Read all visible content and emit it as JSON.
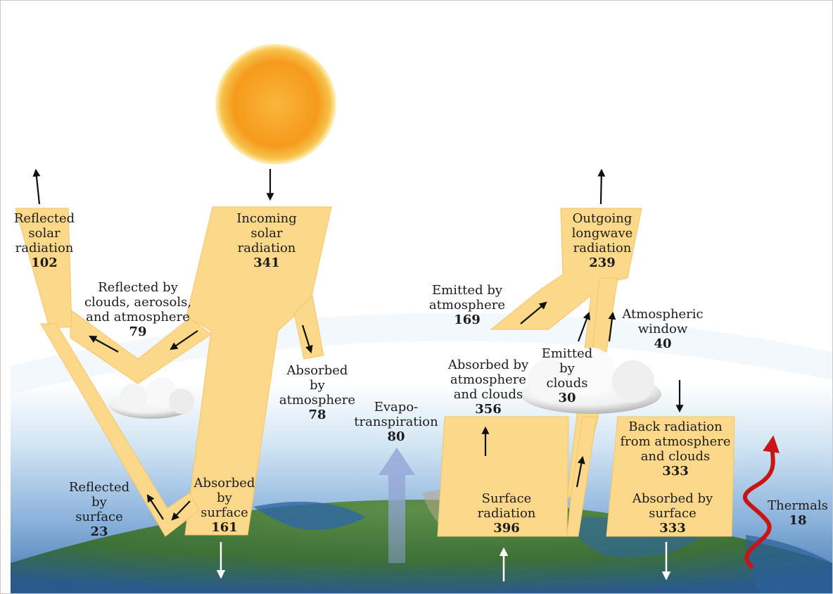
{
  "labels": {
    "reflected_solar": {
      "text_lines": [
        "Reflected",
        "solar",
        "radiation"
      ],
      "value": "102"
    },
    "incoming_solar": {
      "text_lines": [
        "Incoming",
        "solar",
        "radiation"
      ],
      "value": "341"
    },
    "reflected_clouds": {
      "text_lines": [
        "Reflected by",
        "clouds, aerosols,",
        "and atmosphere"
      ],
      "value": "79"
    },
    "absorbed_atmosphere": {
      "text_lines": [
        "Absorbed",
        "by",
        "atmosphere"
      ],
      "value": "78"
    },
    "reflected_surface": {
      "text_lines": [
        "Reflected",
        "by",
        "surface"
      ],
      "value": "23"
    },
    "absorbed_surface_solar": {
      "text_lines": [
        "Absorbed",
        "by",
        "surface"
      ],
      "value": "161"
    },
    "evapotranspiration": {
      "text_lines": [
        "Evapo-",
        "transpiration"
      ],
      "value": "80"
    },
    "outgoing_longwave": {
      "text_lines": [
        "Outgoing",
        "longwave",
        "radiation"
      ],
      "value": "239"
    },
    "emitted_atmosphere": {
      "text_lines": [
        "Emitted by",
        "atmosphere"
      ],
      "value": "169"
    },
    "atmospheric_window": {
      "text_lines": [
        "Atmospheric",
        "window"
      ],
      "value": "40"
    },
    "emitted_clouds": {
      "text_lines": [
        "Emitted",
        "by",
        "clouds"
      ],
      "value": "30"
    },
    "absorbed_atm_clouds": {
      "text_lines": [
        "Absorbed by",
        "atmosphere",
        "and clouds"
      ],
      "value": "356"
    },
    "surface_radiation": {
      "text_lines": [
        "Surface",
        "radiation"
      ],
      "value": "396"
    },
    "back_radiation": {
      "text_lines": [
        "Back radiation",
        "from atmosphere",
        "and clouds"
      ],
      "value": "333"
    },
    "absorbed_surface_lw": {
      "text_lines": [
        "Absorbed by",
        "surface"
      ],
      "value": "333"
    },
    "thermals": {
      "text_lines": [
        "Thermals"
      ],
      "value": "18"
    }
  },
  "colors": {
    "flow": "#fcd98a",
    "flow_edge": "#f3c56a",
    "sky_top": "#ffffff",
    "sky_bottom": "#3f74b0",
    "ocean": "#2e6aa8",
    "land": "#4f8a3a",
    "sun": "#f6a21c",
    "thermal": "#d01818",
    "evap_arrow": "#8fa3cf"
  },
  "icons": [
    "sun-icon",
    "cloud-icon",
    "earth-surface",
    "arrow-icon",
    "thermal-wave-icon"
  ]
}
